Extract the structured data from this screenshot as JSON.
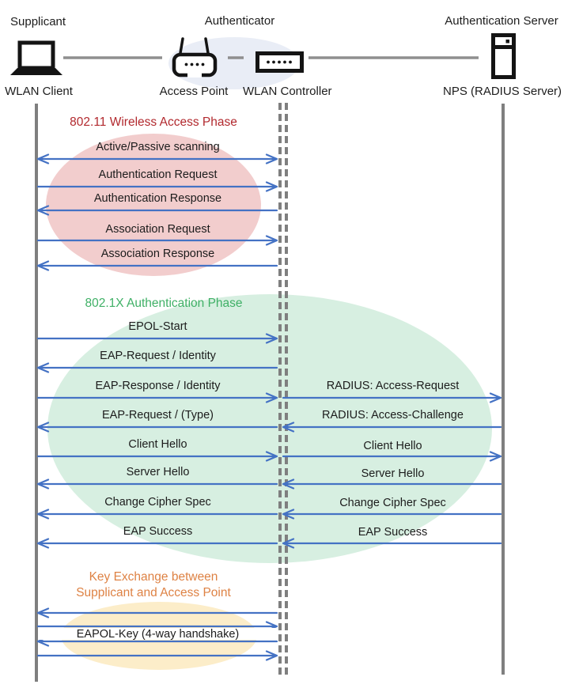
{
  "colors": {
    "arrow": "#4472C4",
    "lifeline": "#7F7F7F",
    "text": "#262626",
    "phase1_title": "#B2292E",
    "phase1_fill": "#F2CDCD",
    "phase2_title": "#3FB066",
    "phase2_fill": "#D7EFE1",
    "phase3_title": "#DE8244",
    "phase3_fill": "#FCEDC9",
    "authenticator_fill": "#E9EDF6"
  },
  "topology": {
    "roles": [
      {
        "label": "Supplicant"
      },
      {
        "label": "Authenticator"
      },
      {
        "label": "Authentication Server"
      }
    ],
    "nodes": [
      {
        "label": "WLAN Client",
        "icon": "laptop-icon"
      },
      {
        "label": "Access Point",
        "icon": "access-point-icon"
      },
      {
        "label": "WLAN Controller",
        "icon": "network-controller-icon"
      },
      {
        "label": "NPS (RADIUS Server)",
        "icon": "server-icon"
      }
    ]
  },
  "phases": [
    {
      "title": "802.11 Wireless Access Phase",
      "messages": [
        {
          "label": "Active/Passive scanning",
          "between": "client-controller",
          "direction": "both"
        },
        {
          "label": "Authentication Request",
          "between": "client-controller",
          "direction": "to-controller"
        },
        {
          "label": "Authentication Response",
          "between": "client-controller",
          "direction": "to-client"
        },
        {
          "label": "Association Request",
          "between": "client-controller",
          "direction": "to-controller"
        },
        {
          "label": "Association Response",
          "between": "client-controller",
          "direction": "to-client"
        }
      ]
    },
    {
      "title": "802.1X Authentication Phase",
      "messages": [
        {
          "label": "EPOL-Start",
          "between": "client-controller",
          "direction": "to-controller"
        },
        {
          "label": "EAP-Request / Identity",
          "between": "client-controller",
          "direction": "to-client"
        },
        {
          "label": "EAP-Response / Identity",
          "between": "client-controller",
          "direction": "to-controller"
        },
        {
          "label": "RADIUS: Access-Request",
          "between": "controller-server",
          "direction": "to-server"
        },
        {
          "label": "EAP-Request / (Type)",
          "between": "client-controller",
          "direction": "to-client"
        },
        {
          "label": "RADIUS: Access-Challenge",
          "between": "controller-server",
          "direction": "to-controller"
        },
        {
          "label": "Client Hello",
          "between": "client-controller",
          "direction": "to-controller"
        },
        {
          "label": "Client Hello",
          "between": "controller-server",
          "direction": "to-server"
        },
        {
          "label": "Server Hello",
          "between": "client-controller",
          "direction": "to-client"
        },
        {
          "label": "Server Hello",
          "between": "controller-server",
          "direction": "to-controller"
        },
        {
          "label": "Change Cipher Spec",
          "between": "client-controller",
          "direction": "to-client"
        },
        {
          "label": "Change Cipher Spec",
          "between": "controller-server",
          "direction": "to-controller"
        },
        {
          "label": "EAP Success",
          "between": "client-controller",
          "direction": "to-client"
        },
        {
          "label": "EAP Success",
          "between": "controller-server",
          "direction": "to-controller"
        }
      ]
    },
    {
      "title_lines": [
        "Key Exchange between",
        "Supplicant and Access Point"
      ],
      "messages": [
        {
          "label": "",
          "between": "client-controller",
          "direction": "to-client"
        },
        {
          "label": "",
          "between": "client-controller",
          "direction": "to-controller"
        },
        {
          "label": "EAPOL-Key (4-way handshake)",
          "between": "client-controller",
          "direction": "to-client"
        },
        {
          "label": "",
          "between": "client-controller",
          "direction": "to-controller"
        }
      ]
    }
  ]
}
